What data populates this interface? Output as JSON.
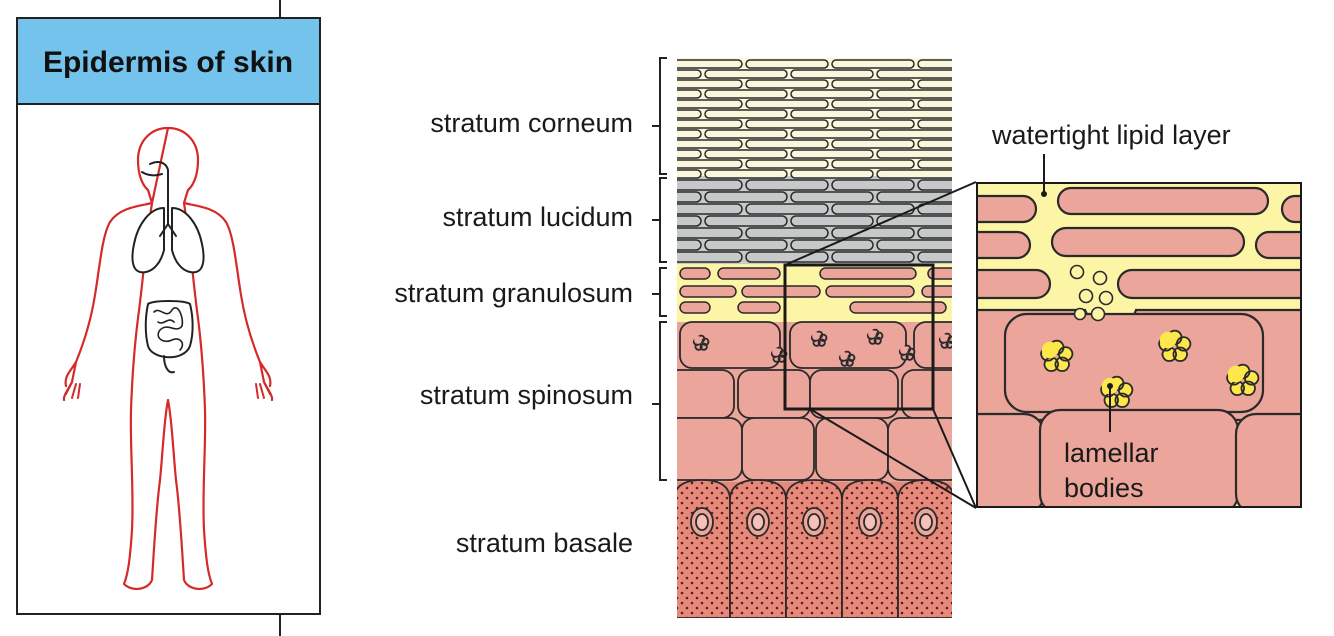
{
  "panel": {
    "title": "Epidermis of skin"
  },
  "layers": {
    "corneum": "stratum corneum",
    "lucidum": "stratum lucidum",
    "granulosum": "stratum granulosum",
    "spinosum": "stratum spinosum",
    "basale": "stratum basale"
  },
  "callouts": {
    "lipid": "watertight lipid layer",
    "lamellar_line1": "lamellar",
    "lamellar_line2": "bodies"
  },
  "colors": {
    "title_bg": "#74c3ec",
    "body_outline": "#d42a2a",
    "corneum": "#fbf7dc",
    "lucidum": "#c7c8ca",
    "lipid": "#fdf5a6",
    "cell": "#eba59b",
    "basale": "#e6897b",
    "lamellar": "#fde74c"
  }
}
